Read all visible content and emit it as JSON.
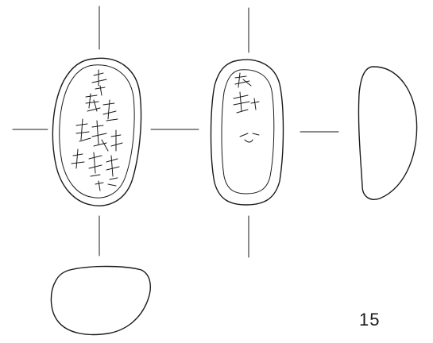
{
  "figure": {
    "number": "15",
    "views": [
      {
        "id": "front",
        "inscription": "奈良井之茂"
      },
      {
        "id": "back",
        "inscription": "密寺"
      },
      {
        "id": "side"
      },
      {
        "id": "bottom"
      }
    ]
  },
  "colors": {
    "line": "#1a1a1a",
    "background": "#ffffff"
  }
}
